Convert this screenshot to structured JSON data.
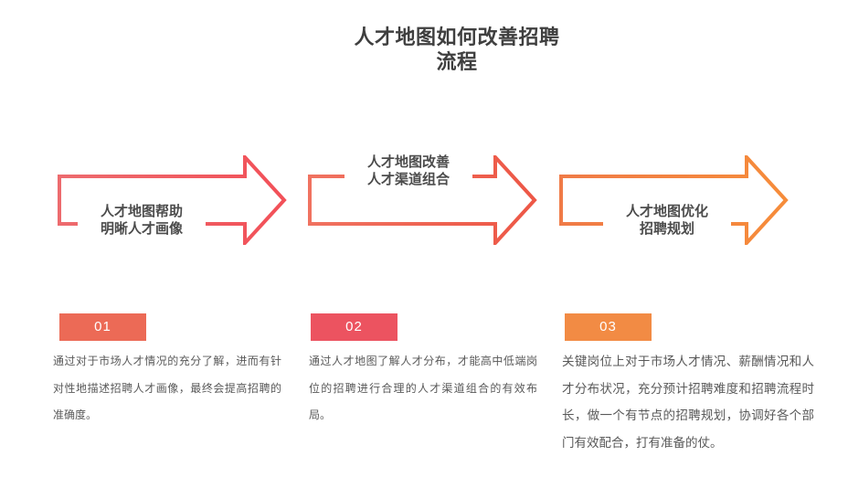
{
  "slide": {
    "title_line1": "人才地图如何改善招聘",
    "title_line2": "流程"
  },
  "colors": {
    "title_text": "#3f3f3f",
    "label_text": "#4c4c4c",
    "body_text": "#595959",
    "badge_text": "#ffffff",
    "arrow1_start": "#ed6b6e",
    "arrow1_end": "#f25058",
    "arrow2_start": "#f07260",
    "arrow2_end": "#ed5746",
    "arrow3_start": "#f07b47",
    "arrow3_end": "#f68c3a",
    "badge1": "#ec6a56",
    "badge2": "#ec5360",
    "badge3": "#f28b44"
  },
  "steps": [
    {
      "badge": "01",
      "label_line1": "人才地图帮助",
      "label_line2": "明晰人才画像",
      "description": "通过对于市场人才情况的充分了解，进而有针对性地描述招聘人才画像，最终会提高招聘的准确度。"
    },
    {
      "badge": "02",
      "label_line1": "人才地图改善",
      "label_line2": "人才渠道组合",
      "description": "通过人才地图了解人才分布，才能高中低端岗位的招聘进行合理的人才渠道组合的有效布局。"
    },
    {
      "badge": "03",
      "label_line1": "人才地图优化",
      "label_line2": "招聘规划",
      "description": "关键岗位上对于市场人才情况、薪酬情况和人才分布状况，充分预计招聘难度和招聘流程时长，做一个有节点的招聘规划，协调好各个部门有效配合，打有准备的仗。"
    }
  ]
}
